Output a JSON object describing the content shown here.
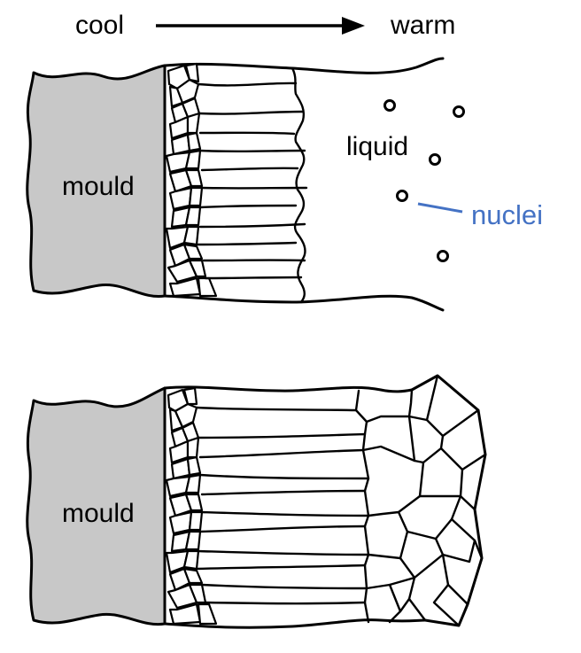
{
  "header": {
    "cool_label": "cool",
    "warm_label": "warm"
  },
  "top_panel": {
    "mould_label": "mould",
    "liquid_label": "liquid",
    "nuclei_label": "nuclei"
  },
  "bottom_panel": {
    "mould_label": "mould"
  },
  "colors": {
    "mould_fill": "#c8c8c8",
    "nuclei_label": "#4472c4",
    "lines": "#000000",
    "background": "#ffffff"
  }
}
